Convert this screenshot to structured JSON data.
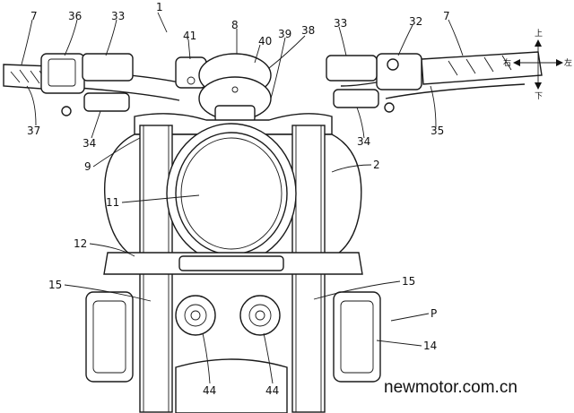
{
  "labels": {
    "n1": "1",
    "n2": "2",
    "n7_left": "7",
    "n7_right": "7",
    "n8": "8",
    "n9": "9",
    "n11": "11",
    "n12": "12",
    "n14": "14",
    "n15_left": "15",
    "n15_right": "15",
    "n32": "32",
    "n33_left": "33",
    "n33_right": "33",
    "n34_left": "34",
    "n34_right": "34",
    "n35": "35",
    "n36": "36",
    "n37": "37",
    "n38": "38",
    "n39": "39",
    "n40": "40",
    "n41": "41",
    "n44_left": "44",
    "n44_right": "44",
    "p": "P"
  },
  "compass": {
    "up": "上",
    "down": "下",
    "right": "右",
    "left": "左"
  },
  "watermark": "newmotor.com.cn"
}
